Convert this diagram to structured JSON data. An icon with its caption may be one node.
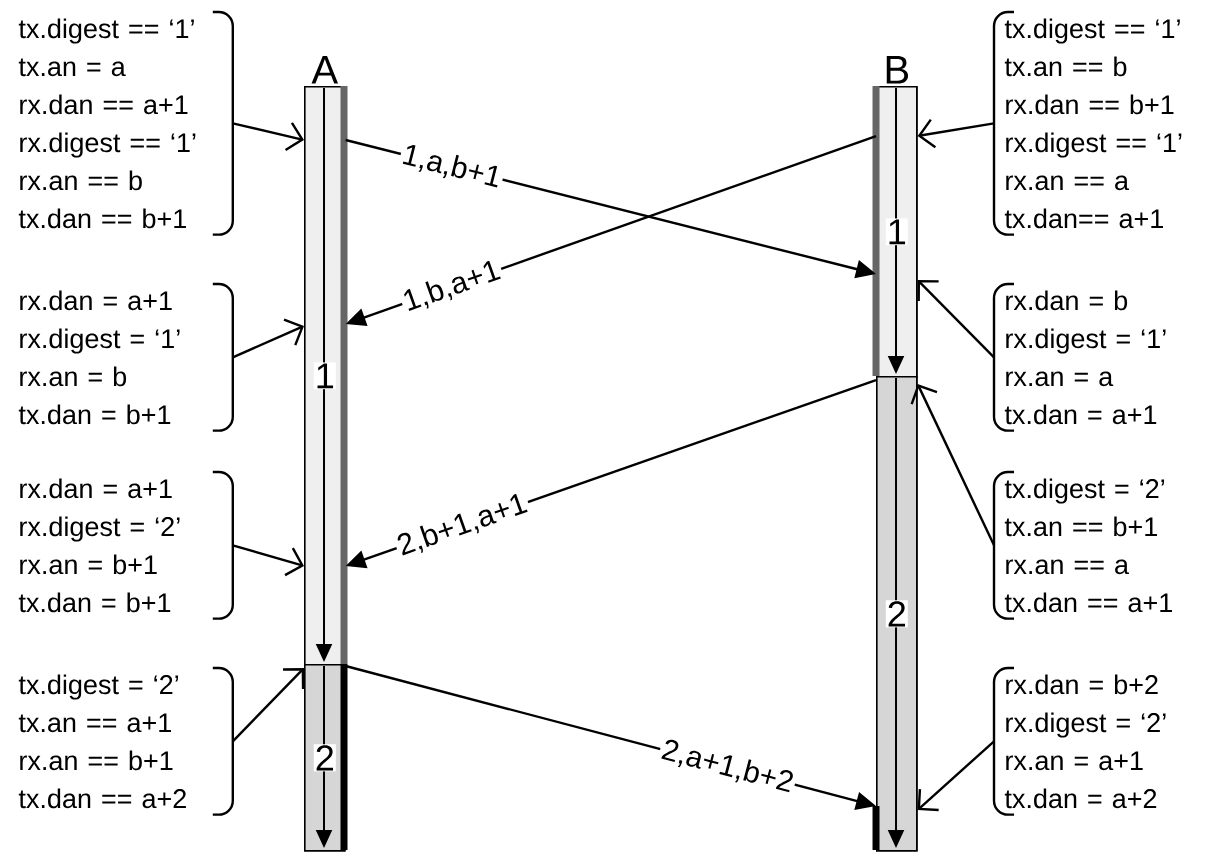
{
  "diagram": {
    "nodes": [
      {
        "text": [
          "A"
        ]
      },
      {
        "text": [
          "1"
        ],
        "in": 0
      },
      {
        "text": [
          "2"
        ],
        "in": 0
      },
      {
        "text": [
          "B"
        ]
      },
      {
        "text": [
          "1"
        ],
        "in": 3
      },
      {
        "text": [
          "2"
        ],
        "in": 3
      },
      {
        "text": [
          "tx.digest == ‘1’",
          "tx.an = a",
          "rx.dan == a+1",
          "rx.digest == ‘1’",
          "rx.an == b",
          "tx.dan == b+1"
        ]
      },
      {
        "text": [
          "rx.dan = a+1",
          "rx.digest = ‘1’",
          "rx.an = b",
          "tx.dan = b+1"
        ]
      },
      {
        "text": [
          "rx.dan = a+1",
          "rx.digest = ‘2’",
          "rx.an = b+1",
          "tx.dan = b+1"
        ]
      },
      {
        "text": [
          "tx.digest = ‘2’",
          "tx.an == a+1",
          "rx.an == b+1",
          "tx.dan == a+2"
        ]
      },
      {
        "text": [
          "tx.digest == ‘1’",
          "tx.an == b",
          "rx.dan == b+1",
          "rx.digest == ‘1’",
          "rx.an == a",
          "tx.dan== a+1"
        ]
      },
      {
        "text": [
          "rx.dan = b",
          "rx.digest = ‘1’",
          "rx.an = a",
          "tx.dan = a+1"
        ]
      },
      {
        "text": [
          "tx.digest = ‘2’",
          "tx.an == b+1",
          "rx.an == a",
          "tx.dan == a+1"
        ]
      },
      {
        "text": [
          "rx.dan = b+2",
          "rx.digest = ‘2’",
          "rx.an = a+1",
          "tx.dan = a+2"
        ]
      }
    ],
    "edges": [
      {
        "from": 6,
        "to": 1,
        "arrow": "to"
      },
      {
        "from": 7,
        "to": 1,
        "arrow": "to"
      },
      {
        "from": 8,
        "to": 1,
        "arrow": "to"
      },
      {
        "from": 9,
        "to": 2,
        "arrow": "to"
      },
      {
        "from": 10,
        "to": 4,
        "arrow": "to"
      },
      {
        "from": 11,
        "to": 4,
        "arrow": "to"
      },
      {
        "from": 12,
        "to": 5,
        "arrow": "to"
      },
      {
        "from": 13,
        "to": 5,
        "arrow": "to"
      },
      {
        "from": 1,
        "to": 4,
        "arrow": "to",
        "label": "1,a,b+1"
      },
      {
        "from": 4,
        "to": 1,
        "arrow": "to",
        "label": "1,b,a+1"
      },
      {
        "from": 5,
        "to": 1,
        "arrow": "to",
        "label": "2,b+1,a+1"
      },
      {
        "from": 2,
        "to": 5,
        "arrow": "to",
        "label": "2,a+1,b+2"
      }
    ]
  }
}
